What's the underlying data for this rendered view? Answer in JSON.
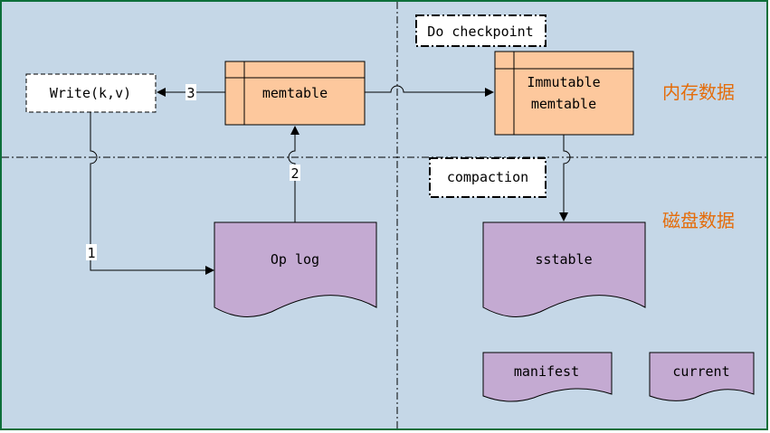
{
  "nodes": {
    "write": "Write(k,v)",
    "memtable": "memtable",
    "immutable_line1": "Immutable",
    "immutable_line2": "memtable",
    "checkpoint": "Do checkpoint",
    "compaction": "compaction",
    "oplog": "Op log",
    "sstable": "sstable",
    "manifest": "manifest",
    "current": "current"
  },
  "edges": {
    "step1": "1",
    "step2": "2",
    "step3": "3"
  },
  "regions": {
    "memory": "内存数据",
    "disk": "磁盘数据"
  },
  "colors": {
    "background": "#c5d7e7",
    "frame": "#0d6f3a",
    "memory_box": "#fdc89d",
    "storage_doc": "#c4aad2",
    "region_label": "#e46c0a",
    "line": "#000000"
  }
}
